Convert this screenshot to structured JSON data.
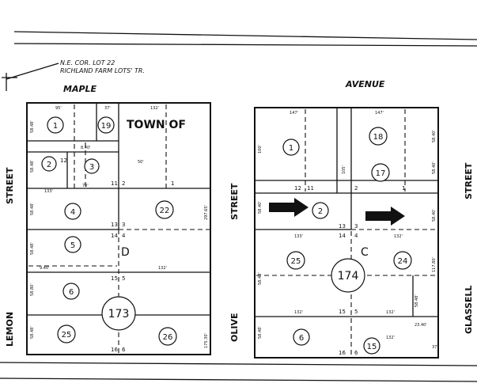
{
  "reference_note": {
    "line1": "N.E. COR. LOT 22",
    "line2": "RICHLAND FARM LOTS' TR."
  },
  "streets": {
    "north_left": "MAPLE",
    "north_right": "AVENUE",
    "west": "STREET",
    "west_name": "LEMON",
    "middle": "STREET",
    "middle_name": "OLIVE",
    "east": "STREET",
    "east_name": "GLASSELL"
  },
  "tract_label_left": "TOWN OF",
  "blocks": {
    "left_letter": "D",
    "right_letter": "C",
    "left_circle": "173",
    "right_circle": "174"
  },
  "left_block_parcels": [
    "1",
    "19",
    "2",
    "3",
    "4",
    "22",
    "5",
    "6",
    "25",
    "26"
  ],
  "right_block_parcels": [
    "1",
    "18",
    "17",
    "2",
    "25",
    "24",
    "6",
    "15"
  ],
  "left_lot_numbers": [
    "12",
    "11",
    "2",
    "1",
    "13",
    "3",
    "14",
    "4",
    "15",
    "5",
    "16",
    "6"
  ],
  "right_lot_numbers": [
    "12",
    "11",
    "2",
    "1",
    "13",
    "3",
    "14",
    "4",
    "15",
    "5",
    "16",
    "6"
  ],
  "dimensions": {
    "left": [
      "95'",
      "37'",
      "132'",
      "58.48'",
      "58.48'",
      "58.48'",
      "58.48'",
      "58.80'",
      "58.48'",
      "9.40'",
      "133'",
      "73'",
      "8.40'",
      "50'",
      "297.65'",
      "132'",
      "175.30'"
    ],
    "right": [
      "147'",
      "147'",
      "58.40'",
      "58.40'",
      "58.40'",
      "58.40'",
      "58.48'",
      "58.48'",
      "100'",
      "105'",
      "117.80'",
      "133'",
      "132'",
      "132'",
      "132'",
      "132'",
      "58.48'",
      "23.40'",
      "37'"
    ]
  }
}
